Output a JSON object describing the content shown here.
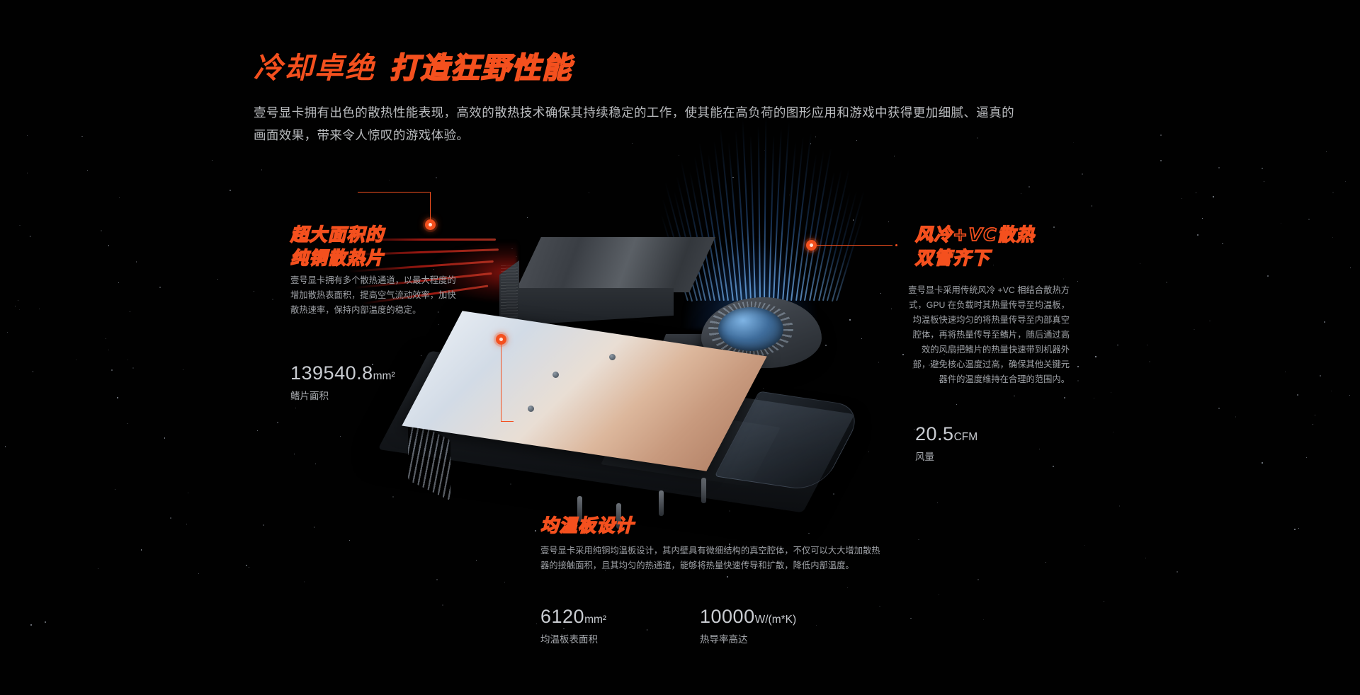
{
  "heading": {
    "solid": "冷却卓绝",
    "outline": "打造狂野性能"
  },
  "lede": "壹号显卡拥有出色的散热性能表现，高效的散热技术确保其持续稳定的工作，使其能在高负荷的图形应用和游戏中获得更加细腻、逼真的画面效果，带来令人惊叹的游戏体验。",
  "colors": {
    "accent_orange": "#f4501e",
    "background": "#000000",
    "body_text": "#9ea1a6",
    "metric_text": "#c9ccd1",
    "airflow_blue": "#3f8ad6",
    "heat_red": "#a61a12"
  },
  "callouts": {
    "fins": {
      "title": "超大面积的\n纯铜散热片",
      "body": "壹号显卡拥有多个散热通道，以最大程度的增加散热表面积，提高空气流动效率，加快散热速率，保持内部温度的稳定。",
      "metric_value": "139540.8",
      "metric_unit": "mm²",
      "metric_caption": "鳍片面积"
    },
    "air_vc": {
      "title": "风冷+VC散热\n双管齐下",
      "body": "壹号显卡采用传统风冷 +VC 相结合散热方式，GPU 在负载时其热量传导至均温板，均温板快速均匀的将热量传导至内部真空腔体，再将热量传导至鳍片，随后通过高效的风扇把鳍片的热量快速带到机器外部，避免核心温度过高，确保其他关键元器件的温度维持在合理的范围内。",
      "metric_value": "20.5",
      "metric_unit": "CFM",
      "metric_caption": "风量"
    },
    "vapor_chamber": {
      "title": "均温板设计",
      "body": "壹号显卡采用纯铜均温板设计，其内壁具有微细结构的真空腔体，不仅可以大大增加散热器的接触面积，且其均匀的热通道，能够将热量快速传导和扩散，降低内部温度。",
      "metrics": [
        {
          "value": "6120",
          "unit": "mm²",
          "caption": "均温板表面积"
        },
        {
          "value": "10000",
          "unit": "W/(m*K)",
          "caption": "热导率高达"
        }
      ]
    }
  }
}
